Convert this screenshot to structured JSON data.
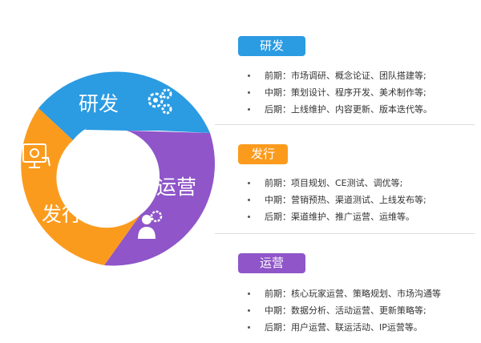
{
  "cycle": {
    "segments": [
      {
        "label": "研发",
        "color": "#2b9be2",
        "icon": "gears-icon"
      },
      {
        "label": "运营",
        "color": "#8f55c9",
        "icon": "person-gear-icon"
      },
      {
        "label": "发行",
        "color": "#fb9b1d",
        "icon": "monitor-coin-icon"
      }
    ]
  },
  "sections": [
    {
      "title": "研发",
      "color": "#2b9be2",
      "items": [
        {
          "label": "前期：",
          "text": "市场调研、概念论证、团队搭建等;"
        },
        {
          "label": "中期：",
          "text": "策划设计、程序开发、美术制作等;"
        },
        {
          "label": "后期：",
          "text": "上线维护、内容更新、版本迭代等。"
        }
      ]
    },
    {
      "title": "发行",
      "color": "#fb9b1d",
      "items": [
        {
          "label": "前期：",
          "text": "项目规划、CE测试、调优等;"
        },
        {
          "label": "中期：",
          "text": "营销预热、渠道测试、上线发布等;"
        },
        {
          "label": "后期：",
          "text": "渠道维护、推广运营、运维等。"
        }
      ]
    },
    {
      "title": "运营",
      "color": "#8f55c9",
      "items": [
        {
          "label": "前期：",
          "text": "核心玩家运营、策略规划、市场沟通等"
        },
        {
          "label": "中期：",
          "text": "数据分析、活动运营、更新策略等;"
        },
        {
          "label": "后期：",
          "text": "用户运营、联运活动、IP运营等。"
        }
      ]
    }
  ]
}
